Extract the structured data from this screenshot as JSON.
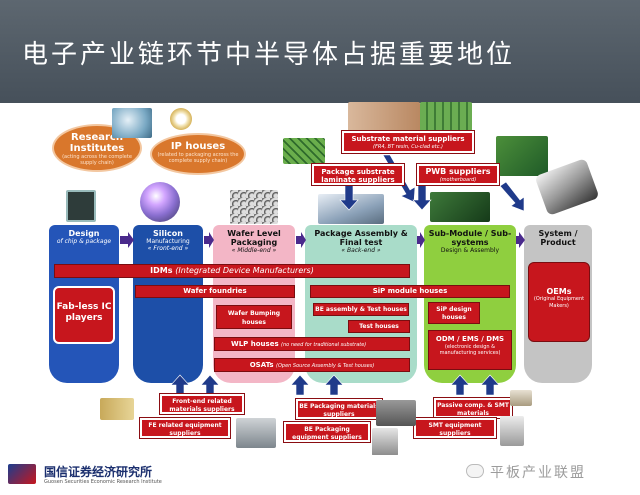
{
  "slide": {
    "title": "电子产业链环节中半导体占据重要地位"
  },
  "ovals": {
    "research": {
      "title": "Research Institutes",
      "note": "(acting across the complete supply chain)"
    },
    "ip": {
      "title": "IP houses",
      "note": "(related to packaging across the complete supply chain)"
    }
  },
  "columns": {
    "design": {
      "title": "Design",
      "sub": "of chip & package"
    },
    "silicon": {
      "title": "Silicon",
      "sub": "Manufacturing",
      "note": "« Front-end »"
    },
    "wafer_level": {
      "title": "Wafer Level Packaging",
      "note": "« Middle-end »"
    },
    "assembly": {
      "title": "Package Assembly & Final test",
      "note": "« Back-end »"
    },
    "submodule": {
      "title": "Sub-Module / Sub-systems",
      "note": "Design & Assembly"
    },
    "system": {
      "title": "System / Product"
    }
  },
  "boxes": {
    "idms": "IDMs",
    "idms_note": "(Integrated Device Manufacturers)",
    "fabless": "Fab-less IC players",
    "wafer_foundries": "Wafer foundries",
    "sip_module": "SiP module houses",
    "wafer_bumping": "Wafer Bumping houses",
    "be_assembly": "BE assembly & Test houses",
    "test_houses": "Test houses",
    "sip_design": "SiP design houses",
    "wlp": "WLP houses",
    "wlp_note": "(no need for traditional substrate)",
    "odm": "ODM / EMS / DMS",
    "odm_note": "(electronic design & manufacturing services)",
    "osats": "OSATs",
    "osats_note": "(Open Source Assembly & Test houses)",
    "oems": "OEMs",
    "oems_note": "(Original Equipment Makers)",
    "substrate_material": "Substrate material suppliers",
    "substrate_material_note": "(FR4, BT resin, Cu-clad etc.)",
    "package_substrate": "Package substrate laminate suppliers",
    "pwb": "PWB suppliers",
    "pwb_note": "(motherboard)",
    "frontend_materials": "Front-end related materials suppliers",
    "fe_equipment": "FE related equipment suppliers",
    "be_packaging_materials": "BE Packaging materials suppliers",
    "be_packaging_equipment": "BE Packaging equipment suppliers",
    "passive": "Passive comp. & SMT materials",
    "smt_equipment": "SMT equipment suppliers"
  },
  "footer": {
    "org": "国信证券经济研究所",
    "org_en": "Guosen Securities Economic Research Institute",
    "watermark": "平板产业联盟"
  },
  "colors": {
    "banner": "#4f5961",
    "red": "#c7161d",
    "design_blue": "#2455b8",
    "silicon_blue": "#1d4fa8",
    "wafer_pink": "#f3b6c6",
    "assembly_teal": "#a9dcc9",
    "submodule_green": "#8fcf3f",
    "system_gray": "#c4c4c4",
    "arrow_purple": "#4a2a8c",
    "arrow_navy": "#1f3a8a",
    "oval_orange": "#d9772c"
  }
}
